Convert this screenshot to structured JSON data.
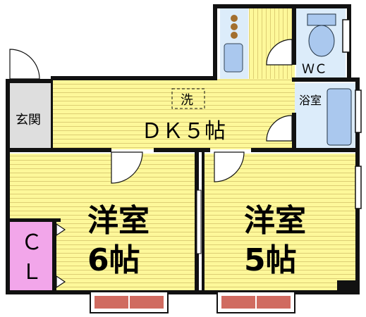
{
  "rooms": {
    "entrance": "玄関",
    "washer": "洗",
    "dk": "ＤＫ５帖",
    "bath": "浴室",
    "wc": "ＷＣ",
    "western1_line1": "洋室",
    "western1_line2": "6帖",
    "western2_line1": "洋室",
    "western2_line2": "5帖",
    "closet_line1": "Ｃ",
    "closet_line2": "Ｌ"
  },
  "colors": {
    "floor": "#fdf89a",
    "wall": "#111111",
    "bath_fill": "#dcecfa",
    "fixture_fill": "#aac8ee",
    "entrance_fill": "#dedede",
    "closet_fill": "#f2a6ea",
    "window_fill": "#c0392b"
  },
  "icons": [
    "stove-icon",
    "sink-icon",
    "toilet-icon",
    "bathtub-icon"
  ]
}
